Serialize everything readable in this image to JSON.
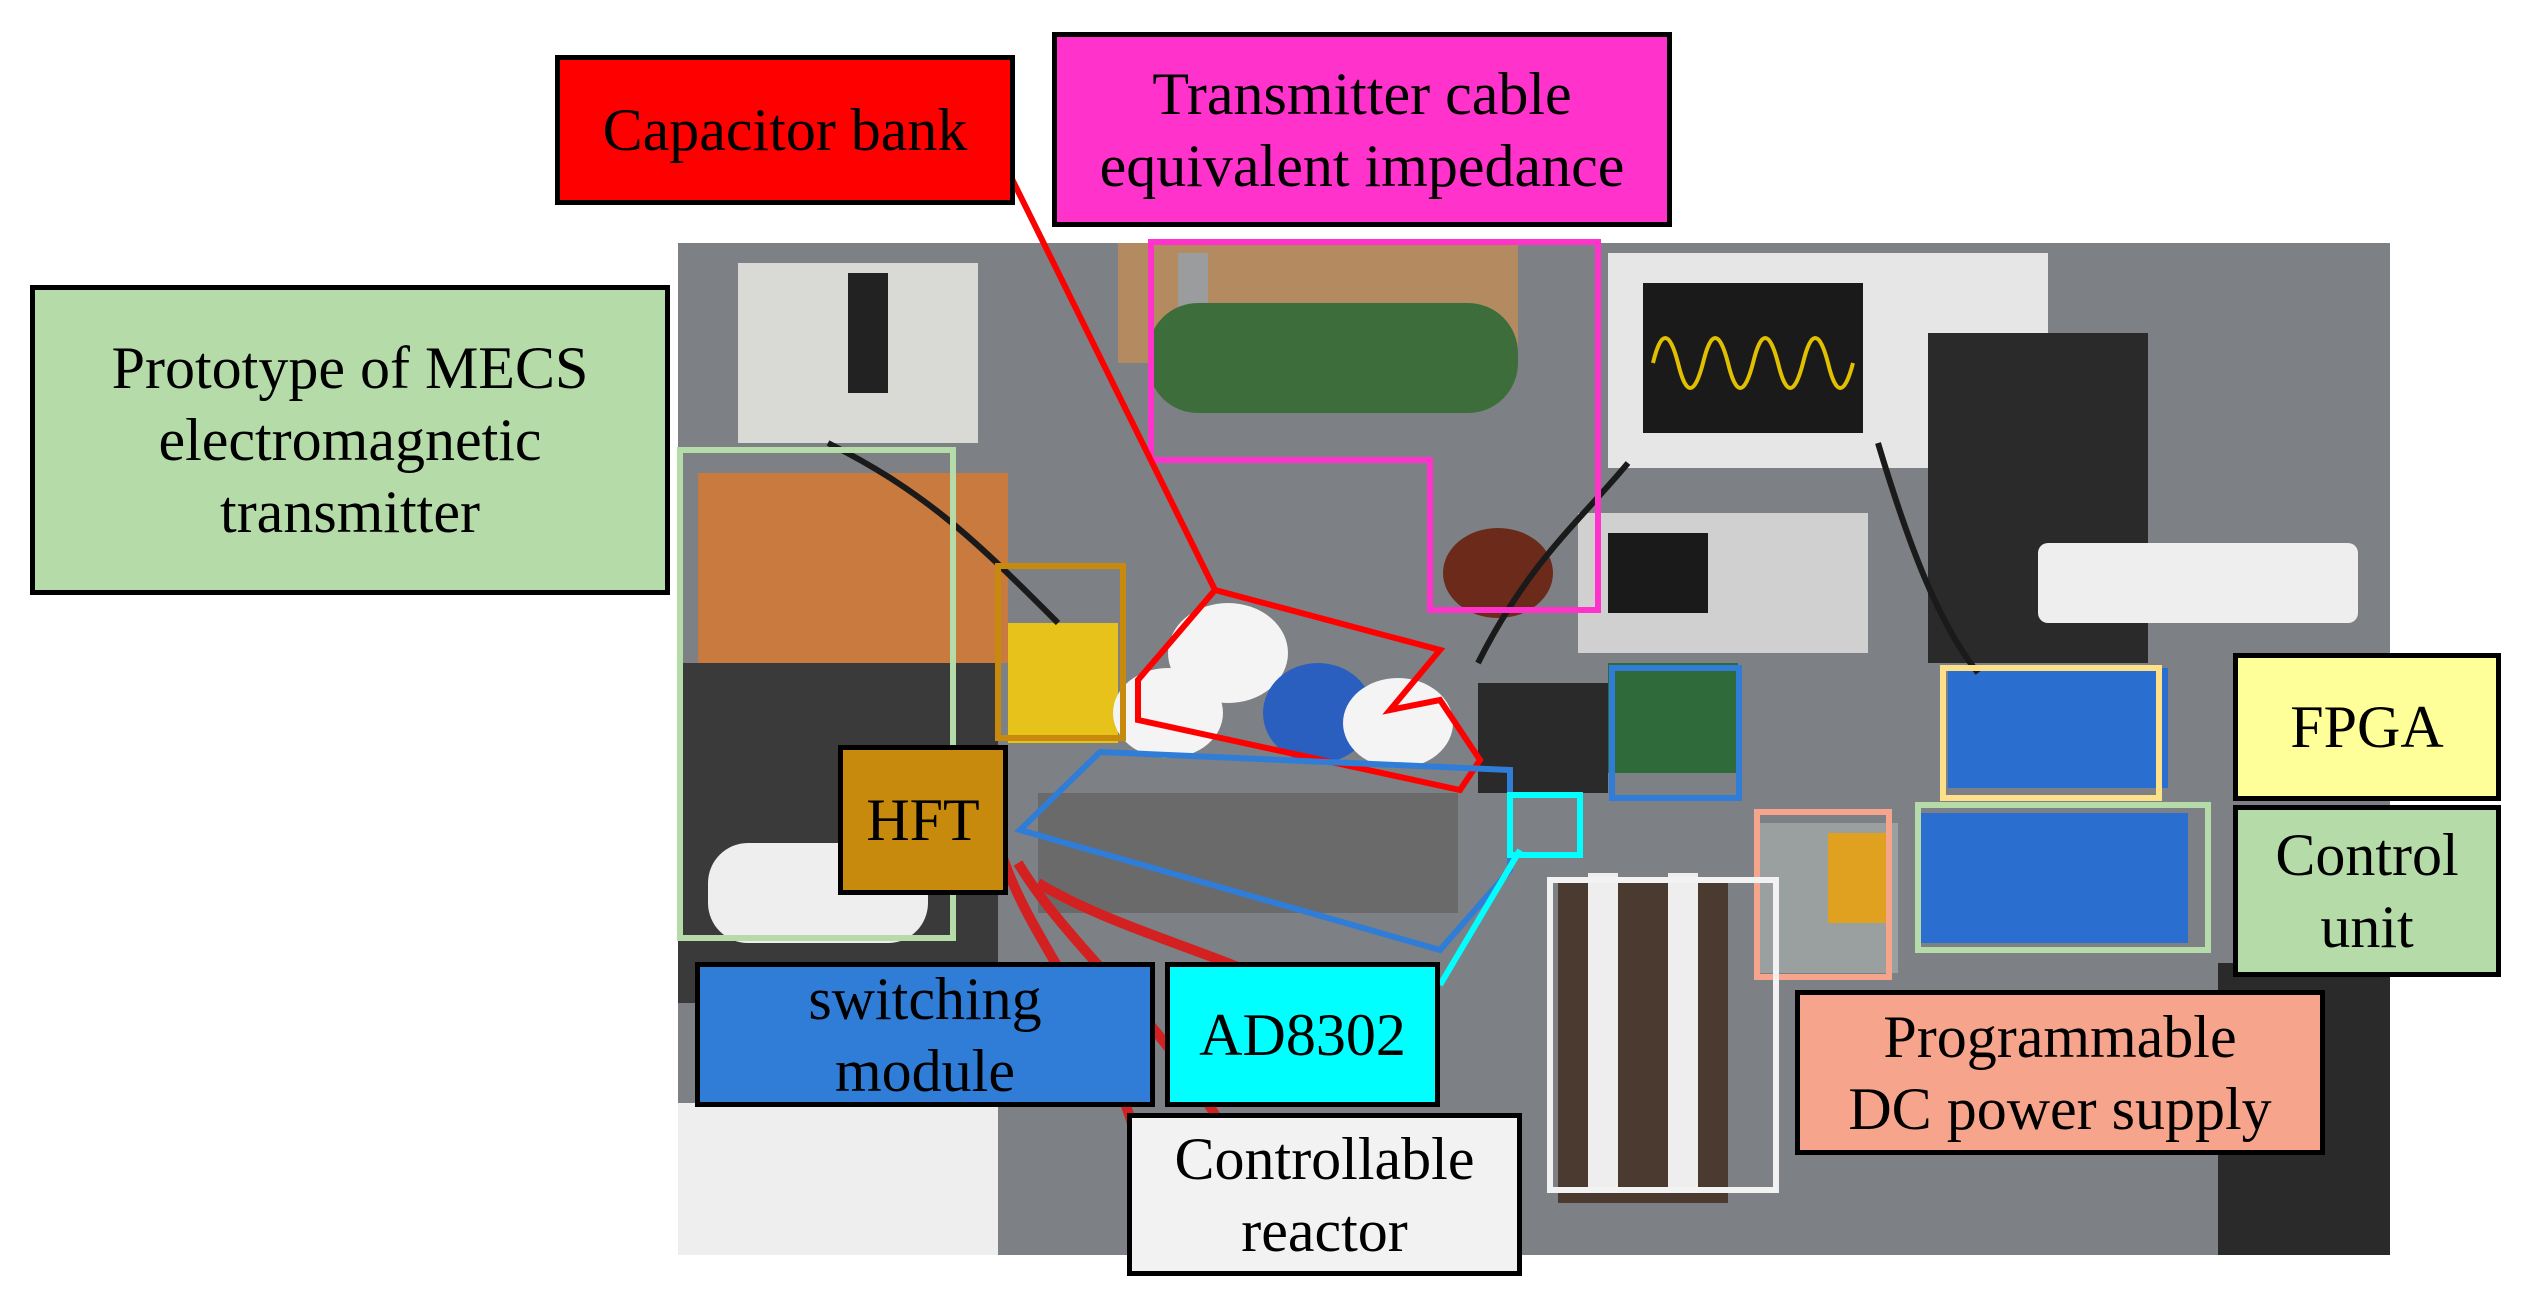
{
  "labels": {
    "capacitor_bank": [
      "Capacitor bank"
    ],
    "transmitter_cable": [
      "Transmitter cable",
      "equivalent impedance"
    ],
    "prototype": [
      "Prototype of MECS",
      "electromagnetic",
      "transmitter"
    ],
    "hft": [
      "HFT"
    ],
    "fpga": [
      "FPGA"
    ],
    "control_unit": [
      "Control",
      "unit"
    ],
    "switching_module": [
      "switching",
      "module"
    ],
    "ad8302": [
      "AD8302"
    ],
    "controllable_reactor": [
      "Controllable",
      "reactor"
    ],
    "programmable_dc": [
      "Programmable",
      "DC power supply"
    ]
  },
  "colors": {
    "capacitor_bank": "#ff0000",
    "transmitter_cable": "#ff33cc",
    "prototype": "#b5dba8",
    "hft": "#c88a0c",
    "fpga": "#ffff99",
    "control_unit": "#b5dba8",
    "switching_module": "#2f7dd6",
    "ad8302": "#00ffff",
    "controllable_reactor": "#f2f2f2",
    "programmable_dc": "#f6a58c"
  }
}
